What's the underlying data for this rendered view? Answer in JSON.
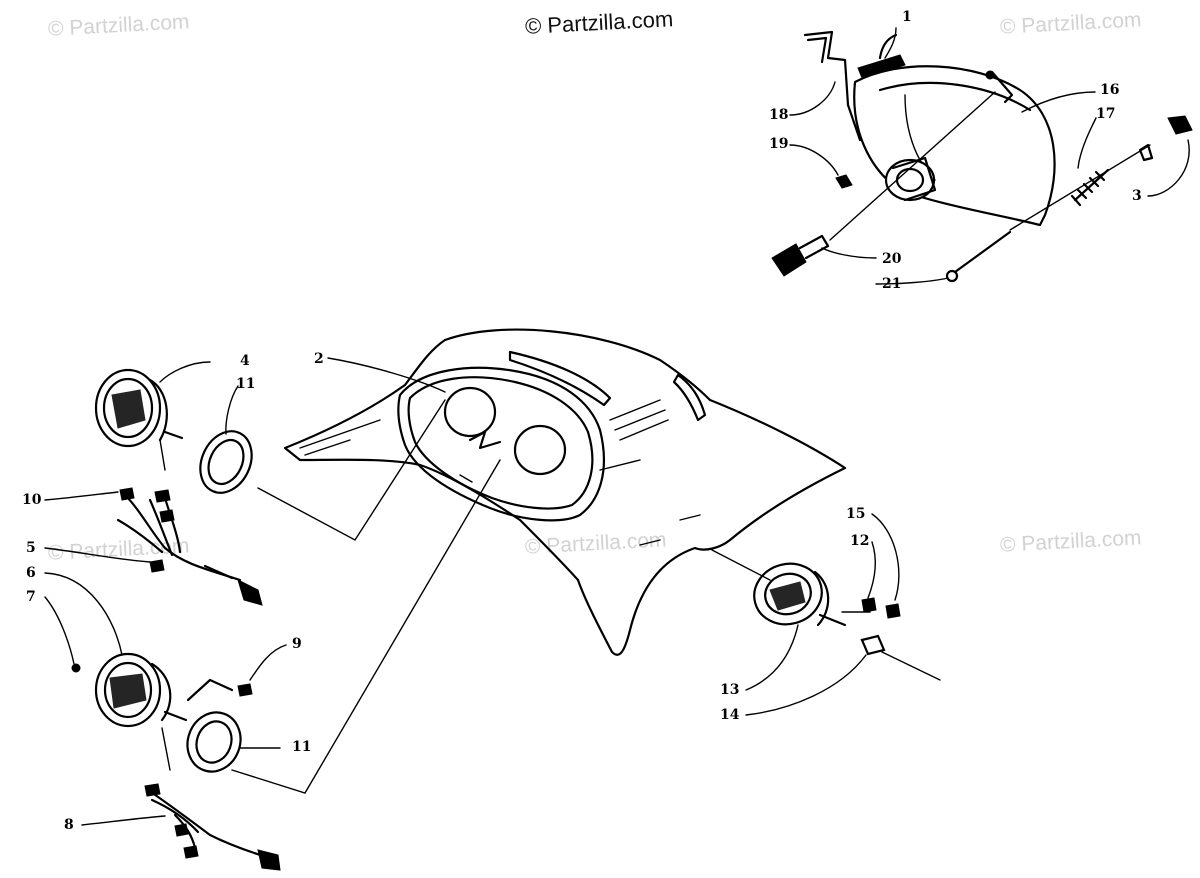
{
  "watermarks": {
    "main": "© Partzilla.com",
    "faint": "© Partzilla.com"
  },
  "callouts": {
    "c1": "1",
    "c2": "2",
    "c3": "3",
    "c4": "4",
    "c5": "5",
    "c6": "6",
    "c7": "7",
    "c8": "8",
    "c9": "9",
    "c10": "10",
    "c11a": "11",
    "c11b": "11",
    "c12": "12",
    "c13": "13",
    "c14": "14",
    "c15": "15",
    "c16": "16",
    "c17": "17",
    "c18": "18",
    "c19": "19",
    "c20": "20",
    "c21": "21"
  }
}
